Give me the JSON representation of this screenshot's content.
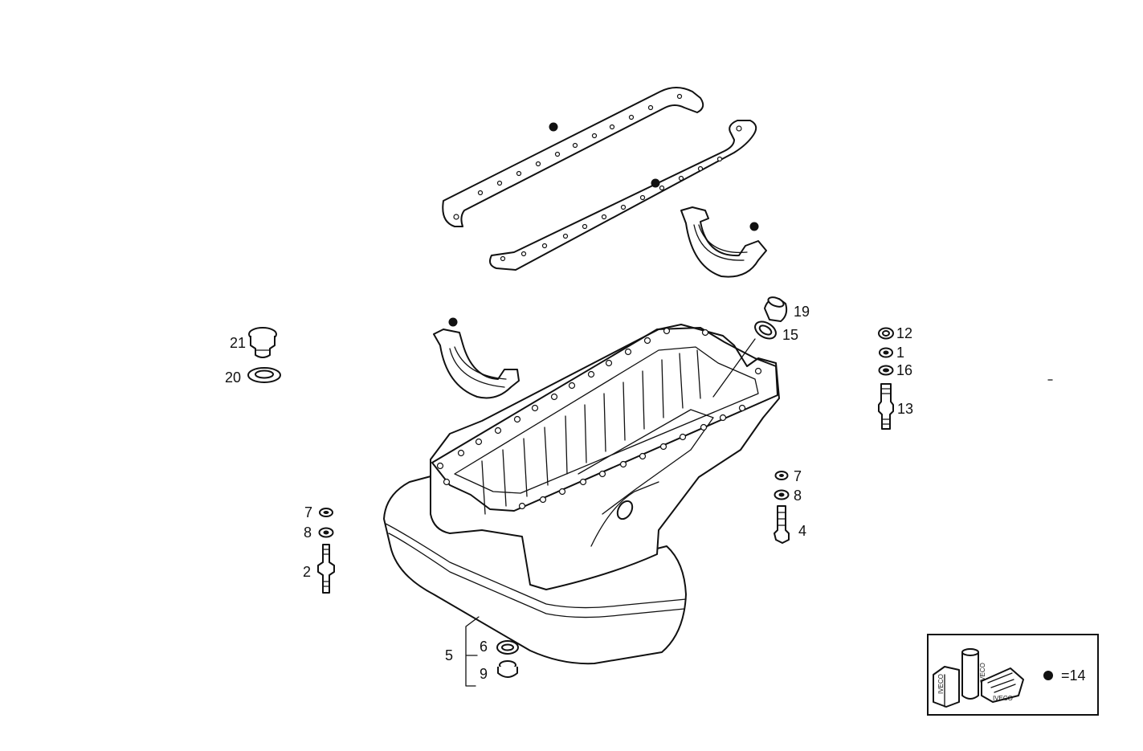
{
  "callouts": {
    "c1": "1",
    "c2": "2",
    "c4": "4",
    "c5": "5",
    "c6": "6",
    "c7a": "7",
    "c7b": "7",
    "c8a": "8",
    "c8b": "8",
    "c9": "9",
    "c12": "12",
    "c13": "13",
    "c15": "15",
    "c16": "16",
    "c19": "19",
    "c20": "20",
    "c21": "21"
  },
  "legend": {
    "text": "=14",
    "kit_label_1": "IVECO",
    "kit_label_2": "IVECO",
    "kit_label_3": "IVECO"
  },
  "colors": {
    "ink": "#111111",
    "paper": "#ffffff"
  },
  "icons": {
    "marker": "filled-dot-icon"
  }
}
